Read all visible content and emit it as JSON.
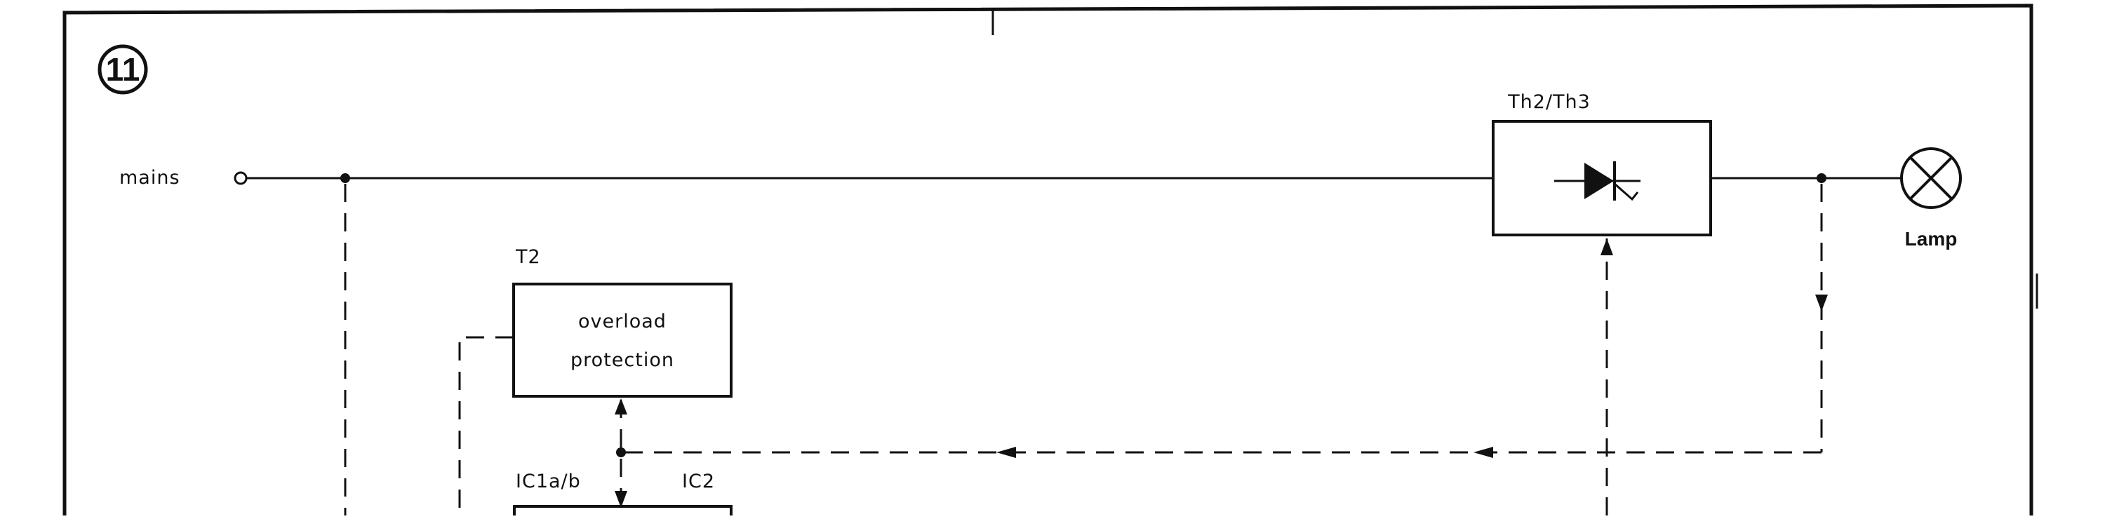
{
  "figure": {
    "number": "11"
  },
  "inputs": {
    "mains_label": "mains"
  },
  "blocks": {
    "thyristor": {
      "ref": "Th2/Th3"
    },
    "overload": {
      "ref": "T2",
      "line1": "overload",
      "line2": "protection"
    },
    "ic1": {
      "ref": "IC1a/b"
    },
    "ic2": {
      "ref": "IC2"
    }
  },
  "outputs": {
    "lamp_label": "Lamp"
  }
}
